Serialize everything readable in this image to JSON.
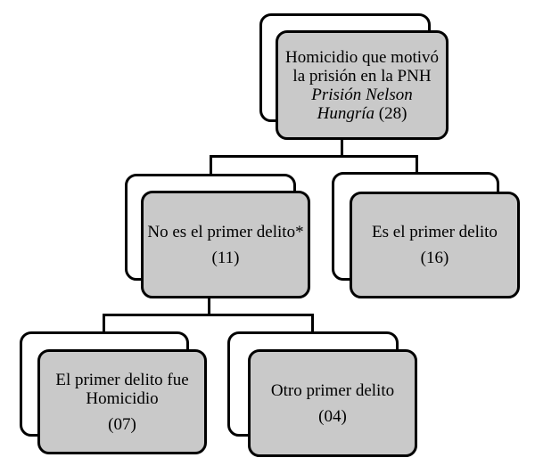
{
  "colors": {
    "background": "#ffffff",
    "node_fill": "#c9c9c9",
    "node_border": "#000000",
    "connector": "#000000"
  },
  "nodes": {
    "root": {
      "line1": "Homicidio que motivó",
      "line2": "la prisión en la PNH",
      "line3": "Prisión Nelson",
      "line4_italic": "Hungría",
      "line4_plain": " (28)"
    },
    "not_first_offense": {
      "label": "No es el primer delito*",
      "count": "(11)"
    },
    "first_offense": {
      "label": "Es el primer delito",
      "count": "(16)"
    },
    "first_was_homicide": {
      "line1": "El primer delito fue",
      "line2": "Homicidio",
      "count": "(07)"
    },
    "other_first_offense": {
      "label": "Otro primer delito",
      "count": "(04)"
    }
  }
}
